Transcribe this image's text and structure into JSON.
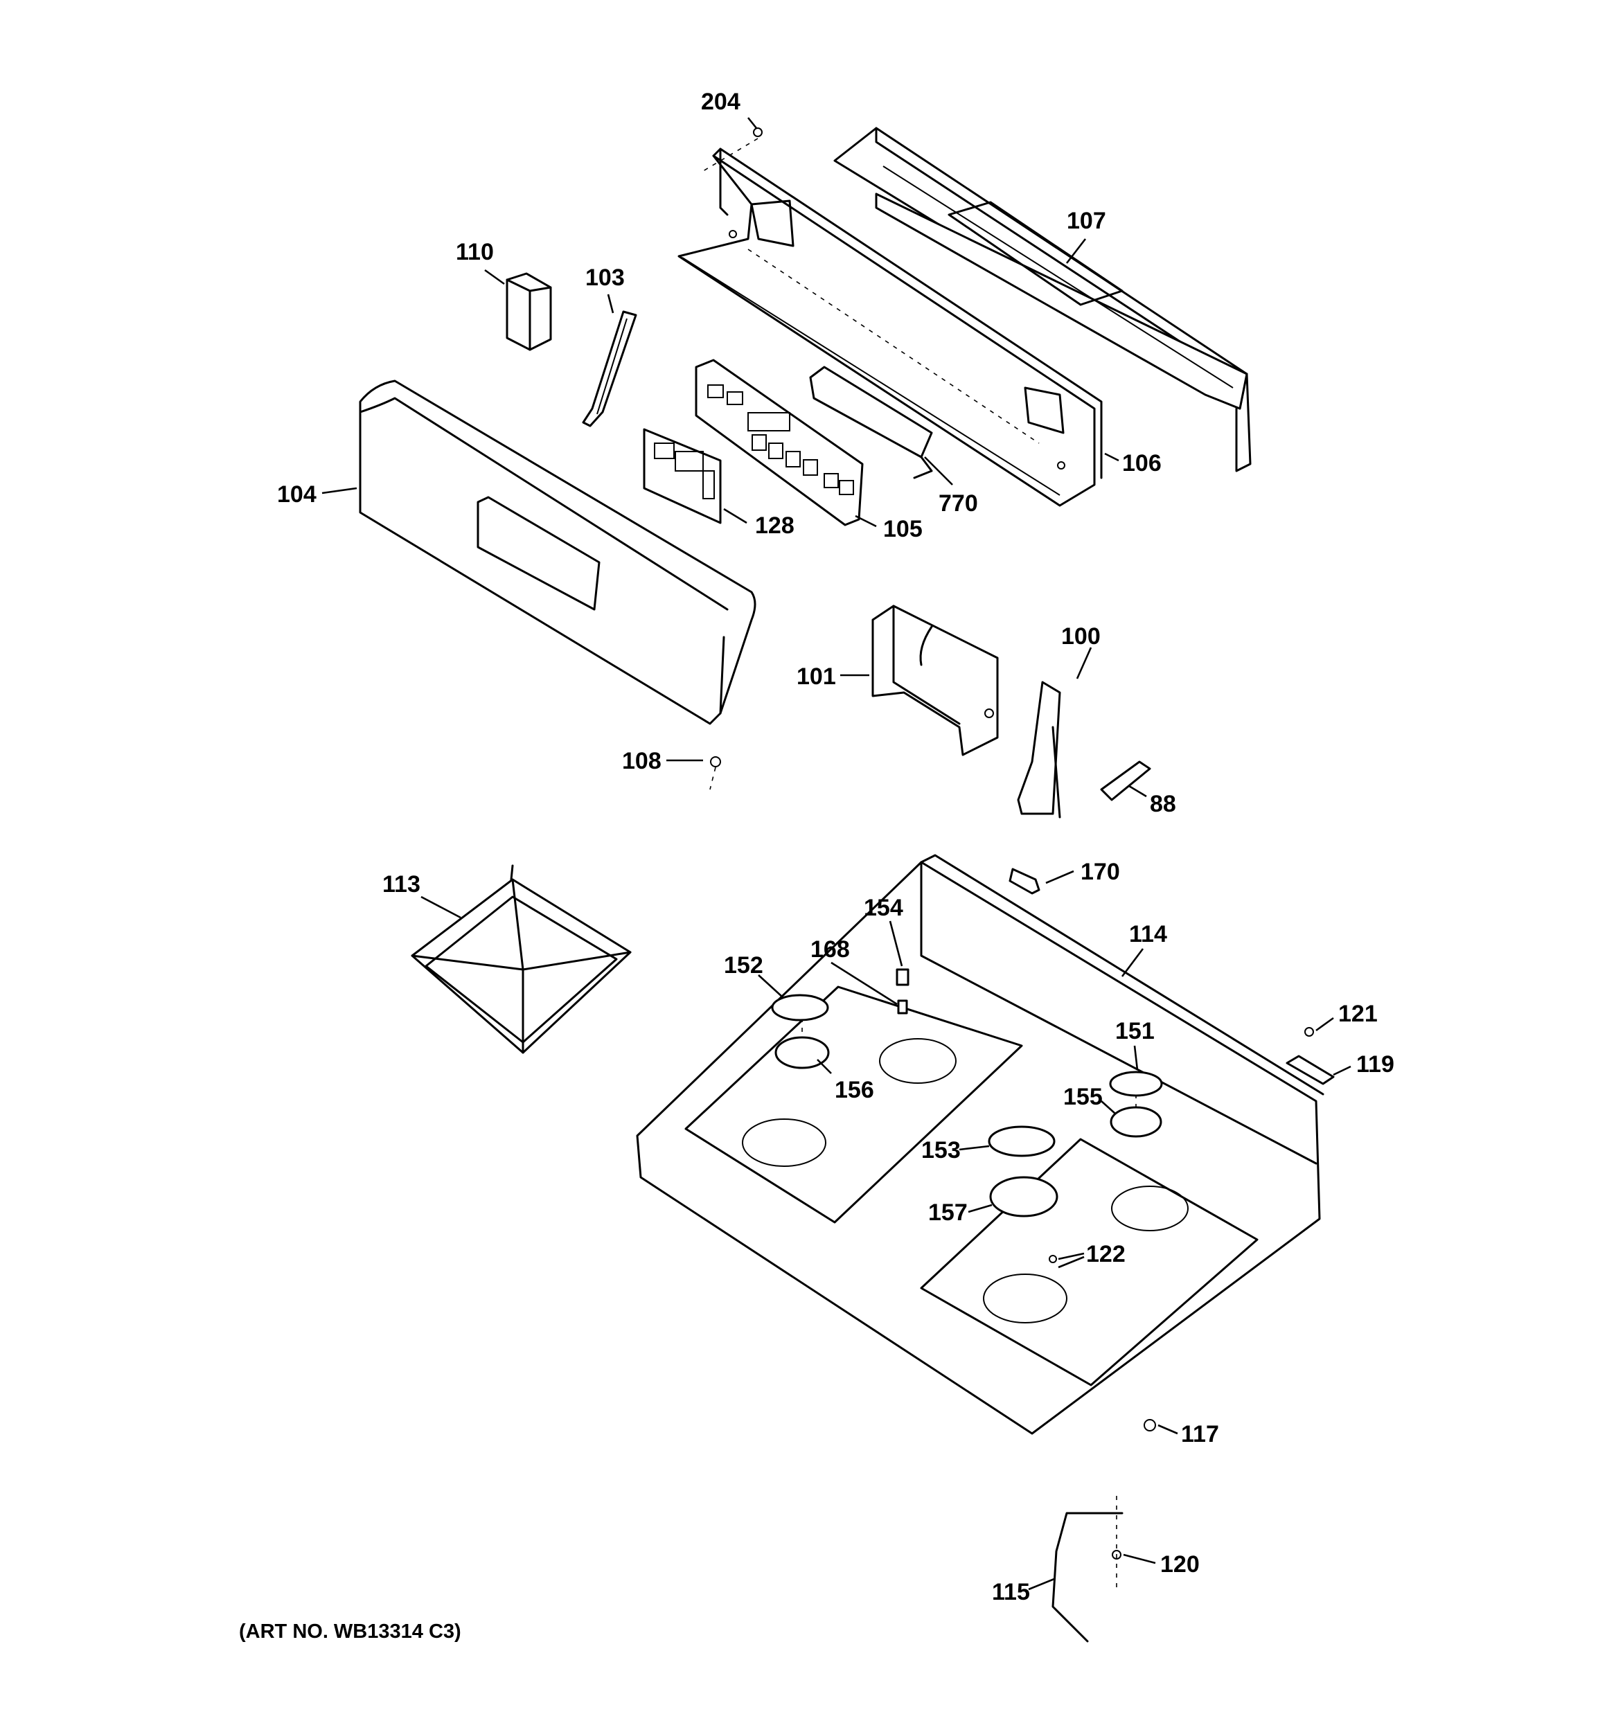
{
  "diagram": {
    "callouts": {
      "c204": "204",
      "c107": "107",
      "c110": "110",
      "c103": "103",
      "c106": "106",
      "c770": "770",
      "c104": "104",
      "c128": "128",
      "c105": "105",
      "c101": "101",
      "c100": "100",
      "c108": "108",
      "c88": "88",
      "c113": "113",
      "c170": "170",
      "c154": "154",
      "c114": "114",
      "c168": "168",
      "c152": "152",
      "c121": "121",
      "c151": "151",
      "c119": "119",
      "c156": "156",
      "c155": "155",
      "c153": "153",
      "c157": "157",
      "c122": "122",
      "c117": "117",
      "c120": "120",
      "c115": "115"
    },
    "art_number": "(ART NO. WB13314 C3)"
  }
}
